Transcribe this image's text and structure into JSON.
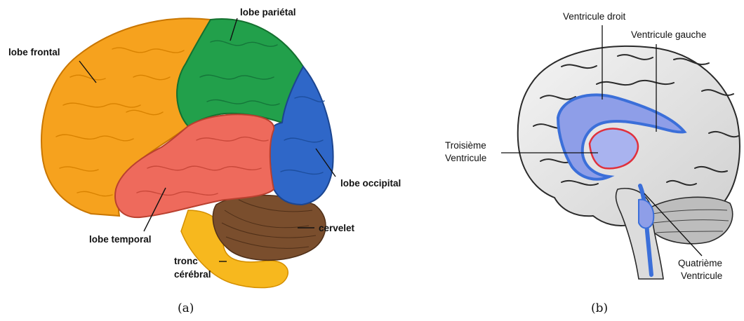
{
  "panel_a": {
    "caption": "(a)",
    "labels": {
      "frontal": "lobe frontal",
      "parietal": "lobe pariétal",
      "occipital": "lobe occipital",
      "temporal": "lobe temporal",
      "cervelet": "cervelet",
      "tronc_1": "tronc",
      "tronc_2": "cérébral"
    },
    "colors": {
      "frontal": "#F6A21E",
      "parietal": "#22A04B",
      "occipital": "#2F67C8",
      "temporal": "#EE6A5C",
      "cervelet": "#7A4E2D",
      "tronc": "#F7B81E"
    }
  },
  "panel_b": {
    "caption": "(b)",
    "labels": {
      "ventricule_droit": "Ventricule droit",
      "ventricule_gauche": "Ventricule gauche",
      "troisieme_1": "Troisième",
      "troisieme_2": "Ventricule",
      "quatrieme_1": "Quatrième",
      "quatrieme_2": "Ventricule"
    },
    "colors": {
      "ventricles": "#3B6FD9",
      "ventricle_fill": "#8E9EE8",
      "third_ventricle_outline": "#E0303C",
      "brain": "#E9E9E9"
    }
  }
}
